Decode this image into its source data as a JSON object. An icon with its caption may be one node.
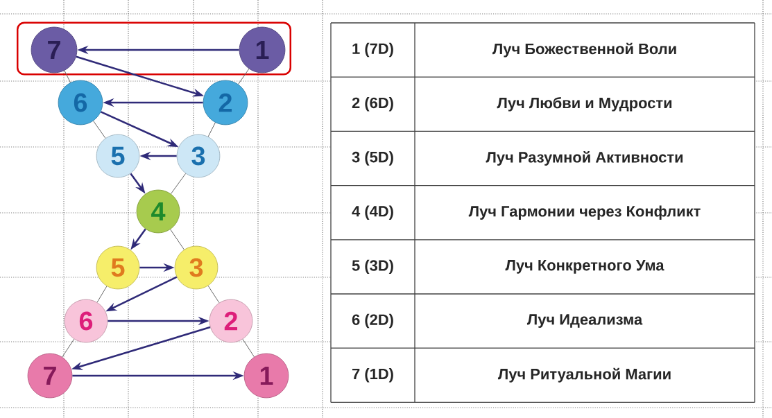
{
  "diagram": {
    "nodes": [
      {
        "text": [],
        "shape": "box"
      },
      {
        "text": [
          "7"
        ],
        "in": 0
      },
      {
        "text": [
          "1"
        ],
        "in": 0
      },
      {
        "text": [
          "6"
        ]
      },
      {
        "text": [
          "2"
        ]
      },
      {
        "text": [
          "5"
        ]
      },
      {
        "text": [
          "3"
        ]
      },
      {
        "text": [
          "4"
        ]
      },
      {
        "text": [
          "5"
        ]
      },
      {
        "text": [
          "3"
        ]
      },
      {
        "text": [
          "6"
        ]
      },
      {
        "text": [
          "2"
        ]
      },
      {
        "text": [
          "7"
        ]
      },
      {
        "text": [
          "1"
        ]
      }
    ],
    "edges": [
      {
        "from": 2,
        "to": 1,
        "arrow": "to"
      },
      {
        "from": 1,
        "to": 4,
        "arrow": "to"
      },
      {
        "from": 4,
        "to": 3,
        "arrow": "to"
      },
      {
        "from": 3,
        "to": 6,
        "arrow": "to"
      },
      {
        "from": 6,
        "to": 5,
        "arrow": "to"
      },
      {
        "from": 5,
        "to": 7,
        "arrow": "to"
      },
      {
        "from": 7,
        "to": 8,
        "arrow": "to"
      },
      {
        "from": 8,
        "to": 9,
        "arrow": "to"
      },
      {
        "from": 9,
        "to": 10,
        "arrow": "to"
      },
      {
        "from": 10,
        "to": 11,
        "arrow": "to"
      },
      {
        "from": 11,
        "to": 12,
        "arrow": "to"
      },
      {
        "from": 12,
        "to": 13,
        "arrow": "to"
      },
      {
        "from": 1,
        "to": 3,
        "arrow": "none",
        "color": "#666666"
      },
      {
        "from": 3,
        "to": 5,
        "arrow": "none",
        "color": "#666666"
      },
      {
        "from": 2,
        "to": 4,
        "arrow": "none",
        "color": "#666666"
      },
      {
        "from": 4,
        "to": 6,
        "arrow": "none",
        "color": "#666666"
      },
      {
        "from": 6,
        "to": 7,
        "arrow": "none",
        "color": "#666666"
      },
      {
        "from": 7,
        "to": 9,
        "arrow": "none",
        "color": "#666666"
      },
      {
        "from": 8,
        "to": 10,
        "arrow": "none",
        "color": "#666666"
      },
      {
        "from": 9,
        "to": 11,
        "arrow": "none",
        "color": "#666666"
      },
      {
        "from": 10,
        "to": 12,
        "arrow": "none",
        "color": "#666666"
      },
      {
        "from": 11,
        "to": 13,
        "arrow": "none",
        "color": "#666666"
      }
    ],
    "labels": [
      "1 (7D)",
      "Луч Божественной Воли",
      "2 (6D)",
      "Луч Любви и Мудрости",
      "3 (5D)",
      "Луч Разумной Активности",
      "4 (4D)",
      "Луч Гармонии через Конфликт",
      "5 (3D)",
      "Луч Конкретного Ума",
      "6 (2D)",
      "Луч Идеализма",
      "7 (1D)",
      "Луч Ритуальной Магии"
    ]
  }
}
